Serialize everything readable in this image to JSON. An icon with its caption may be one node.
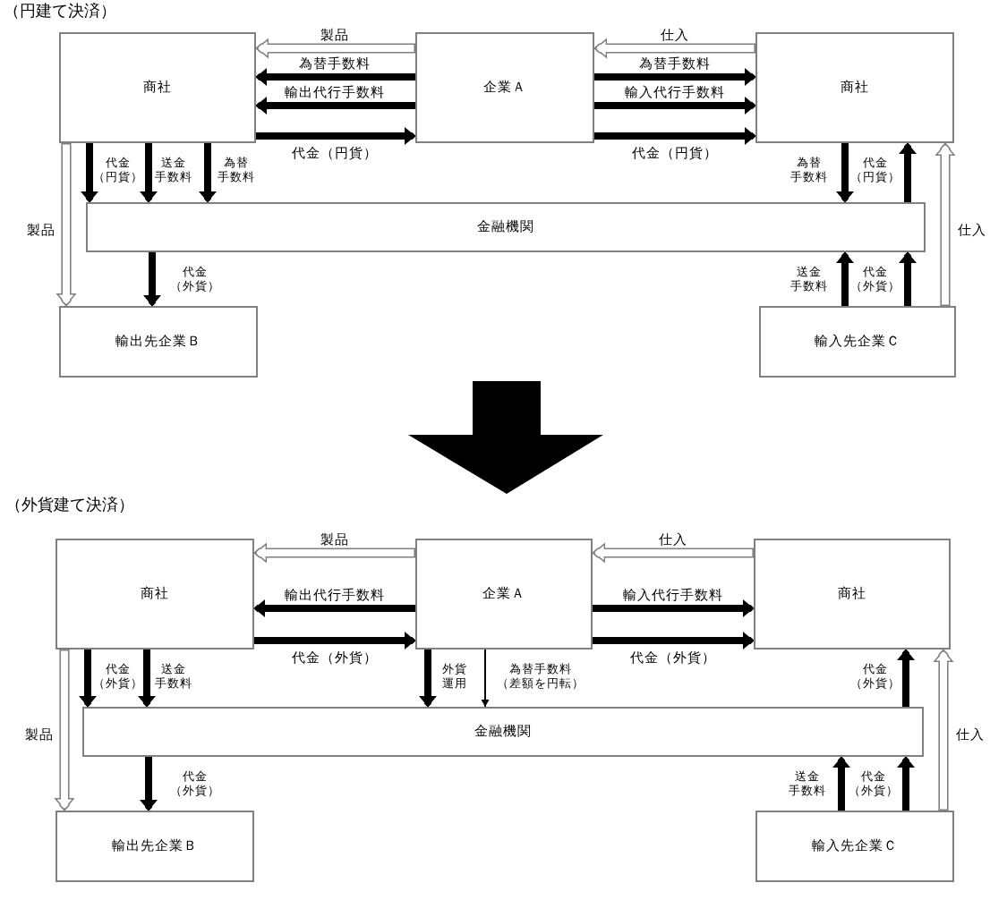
{
  "diagram": {
    "nodes": [
      {
        "text": [
          "商社"
        ]
      },
      {
        "text": [
          "企業Ａ"
        ]
      },
      {
        "text": [
          "商社"
        ]
      },
      {
        "text": [
          "金融機関"
        ]
      },
      {
        "text": [
          "輸出先企業Ｂ"
        ]
      },
      {
        "text": [
          "輸入先企業Ｃ"
        ]
      },
      {
        "text": [
          "商社"
        ]
      },
      {
        "text": [
          "企業Ａ"
        ]
      },
      {
        "text": [
          "商社"
        ]
      },
      {
        "text": [
          "金融機関"
        ]
      },
      {
        "text": [
          "輸出先企業Ｂ"
        ]
      },
      {
        "text": [
          "輸入先企業Ｃ"
        ]
      }
    ],
    "edges": [
      {
        "from": 1,
        "to": 0,
        "arrow": "to",
        "label": "製品",
        "color": "#808080"
      },
      {
        "from": 1,
        "to": 0,
        "arrow": "to",
        "label": "為替手数料"
      },
      {
        "from": 1,
        "to": 0,
        "arrow": "to",
        "label": "輸出代行手数料"
      },
      {
        "from": 0,
        "to": 1,
        "arrow": "to",
        "label": "代金（円貨）"
      },
      {
        "from": 2,
        "to": 1,
        "arrow": "to",
        "label": "仕入",
        "color": "#808080"
      },
      {
        "from": 1,
        "to": 2,
        "arrow": "to",
        "label": "為替手数料"
      },
      {
        "from": 1,
        "to": 2,
        "arrow": "to",
        "label": "輸入代行手数料"
      },
      {
        "from": 1,
        "to": 2,
        "arrow": "to",
        "label": "代金（円貨）"
      },
      {
        "from": 0,
        "to": 3,
        "arrow": "to",
        "label": "代金（円貨）"
      },
      {
        "from": 0,
        "to": 3,
        "arrow": "to",
        "label": "送金手数料"
      },
      {
        "from": 0,
        "to": 3,
        "arrow": "to",
        "label": "為替手数料"
      },
      {
        "from": 0,
        "to": 4,
        "arrow": "to",
        "label": "製品",
        "color": "#808080"
      },
      {
        "from": 3,
        "to": 4,
        "arrow": "to",
        "label": "代金（外貨）"
      },
      {
        "from": 2,
        "to": 3,
        "arrow": "to",
        "label": "為替手数料"
      },
      {
        "from": 3,
        "to": 2,
        "arrow": "to",
        "label": "代金（円貨）"
      },
      {
        "from": 5,
        "to": 3,
        "arrow": "to",
        "label": "送金手数料"
      },
      {
        "from": 5,
        "to": 3,
        "arrow": "to",
        "label": "代金（外貨）"
      },
      {
        "from": 5,
        "to": 2,
        "arrow": "to",
        "label": "仕入",
        "color": "#808080"
      },
      {
        "from": 7,
        "to": 6,
        "arrow": "to",
        "label": "製品",
        "color": "#808080"
      },
      {
        "from": 7,
        "to": 6,
        "arrow": "to",
        "label": "輸出代行手数料"
      },
      {
        "from": 6,
        "to": 7,
        "arrow": "to",
        "label": "代金（外貨）"
      },
      {
        "from": 8,
        "to": 7,
        "arrow": "to",
        "label": "仕入",
        "color": "#808080"
      },
      {
        "from": 7,
        "to": 8,
        "arrow": "to",
        "label": "輸入代行手数料"
      },
      {
        "from": 7,
        "to": 8,
        "arrow": "to",
        "label": "代金（外貨）"
      },
      {
        "from": 6,
        "to": 9,
        "arrow": "to",
        "label": "代金（外貨）"
      },
      {
        "from": 6,
        "to": 9,
        "arrow": "to",
        "label": "送金手数料"
      },
      {
        "from": 6,
        "to": 10,
        "arrow": "to",
        "label": "製品",
        "color": "#808080"
      },
      {
        "from": 7,
        "to": 9,
        "arrow": "to",
        "label": "外貨運用"
      },
      {
        "from": 7,
        "to": 9,
        "arrow": "to",
        "label": "為替手数料（差額を円転）"
      },
      {
        "from": 9,
        "to": 10,
        "arrow": "to",
        "label": "代金（外貨）"
      },
      {
        "from": 9,
        "to": 8,
        "arrow": "to",
        "label": "代金（外貨）"
      },
      {
        "from": 11,
        "to": 9,
        "arrow": "to",
        "label": "送金手数料"
      },
      {
        "from": 11,
        "to": 9,
        "arrow": "to",
        "label": "代金（外貨）"
      },
      {
        "from": 11,
        "to": 8,
        "arrow": "to",
        "label": "仕入",
        "color": "#808080"
      }
    ],
    "labels": [
      "（円建て決済）",
      "（外貨建て決済）"
    ]
  }
}
